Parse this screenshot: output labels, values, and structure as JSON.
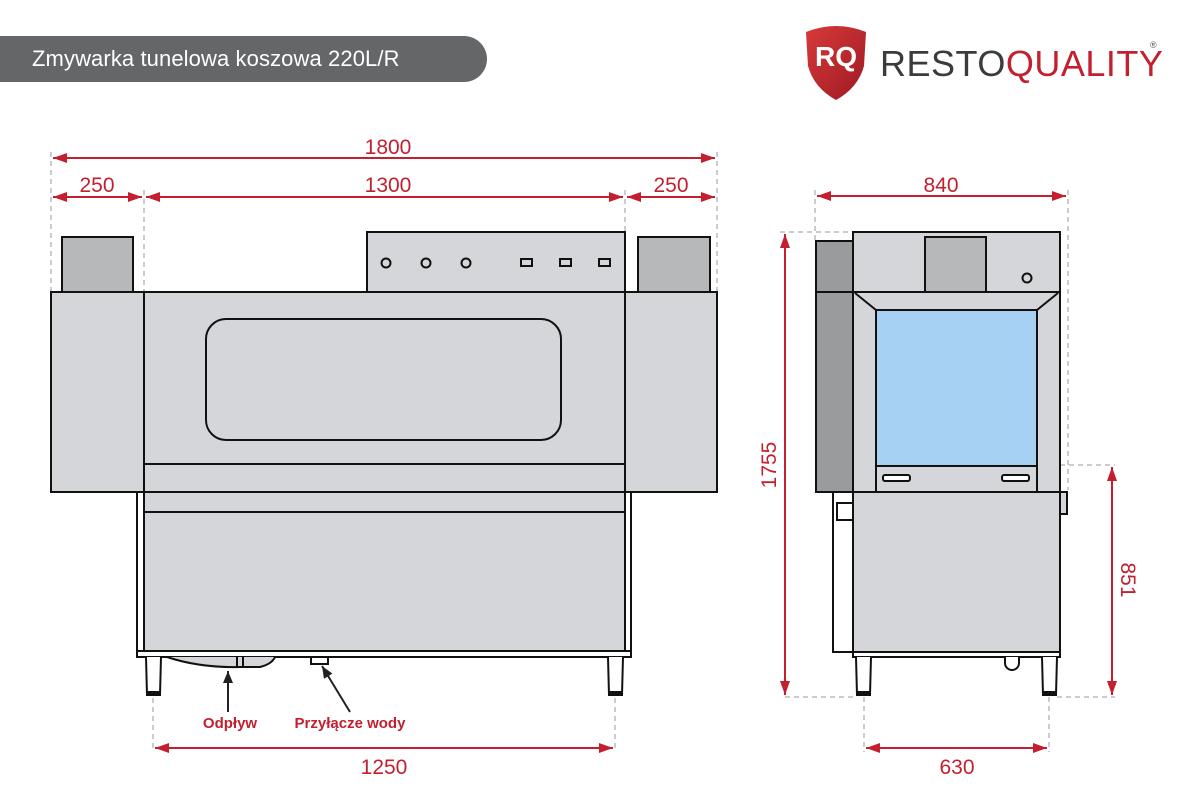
{
  "header": {
    "title": "Zmywarka tunelowa koszowa 220L/R"
  },
  "logo": {
    "badge_text": "RQ",
    "word_part1": "RESTO",
    "word_part2": "QUALITY",
    "registered_mark": "®",
    "colors": {
      "brand_red": "#c31f2e",
      "brand_dark": "#3b3b3c"
    }
  },
  "front_view": {
    "dimensions": {
      "total_width": "1800",
      "left_module": "250",
      "center_module": "1300",
      "right_module": "250",
      "leg_span": "1250"
    },
    "callouts": {
      "drain": "Odpływ",
      "water_connection": "Przyłącze wody"
    },
    "control_panel": {
      "round_buttons": 3,
      "rect_indicators": 3
    }
  },
  "side_view": {
    "dimensions": {
      "depth": "840",
      "height": "1755",
      "work_height": "851",
      "leg_span": "630"
    }
  },
  "colors": {
    "dimension_red": "#c31f2e",
    "body_gray": "#d5d6d9",
    "dark_gray": "#b7b8ba",
    "side_panel": "#9a9b9d",
    "window_blue": "#a6d1f3",
    "outline": "#111111"
  }
}
